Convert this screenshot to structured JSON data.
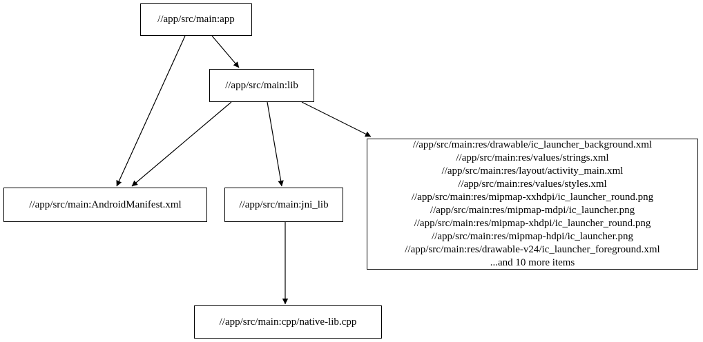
{
  "diagram": {
    "type": "dependency-graph",
    "background_color": "#ffffff",
    "node_border_color": "#000000",
    "edge_color": "#000000",
    "nodes": {
      "app": {
        "label": "//app/src/main:app"
      },
      "lib": {
        "label": "//app/src/main:lib"
      },
      "manifest": {
        "label": "//app/src/main:AndroidManifest.xml"
      },
      "jni_lib": {
        "label": "//app/src/main:jni_lib"
      },
      "native_cpp": {
        "label": "//app/src/main:cpp/native-lib.cpp"
      },
      "res_files": {
        "lines": [
          "//app/src/main:res/drawable/ic_launcher_background.xml",
          "//app/src/main:res/values/strings.xml",
          "//app/src/main:res/layout/activity_main.xml",
          "//app/src/main:res/values/styles.xml",
          "//app/src/main:res/mipmap-xxhdpi/ic_launcher_round.png",
          "//app/src/main:res/mipmap-mdpi/ic_launcher.png",
          "//app/src/main:res/mipmap-xhdpi/ic_launcher_round.png",
          "//app/src/main:res/mipmap-hdpi/ic_launcher.png",
          "//app/src/main:res/drawable-v24/ic_launcher_foreground.xml",
          "...and 10 more items"
        ]
      }
    },
    "edges": [
      {
        "from": "app",
        "to": "lib"
      },
      {
        "from": "app",
        "to": "manifest"
      },
      {
        "from": "lib",
        "to": "manifest"
      },
      {
        "from": "lib",
        "to": "jni_lib"
      },
      {
        "from": "lib",
        "to": "res_files"
      },
      {
        "from": "jni_lib",
        "to": "native_cpp"
      }
    ]
  }
}
